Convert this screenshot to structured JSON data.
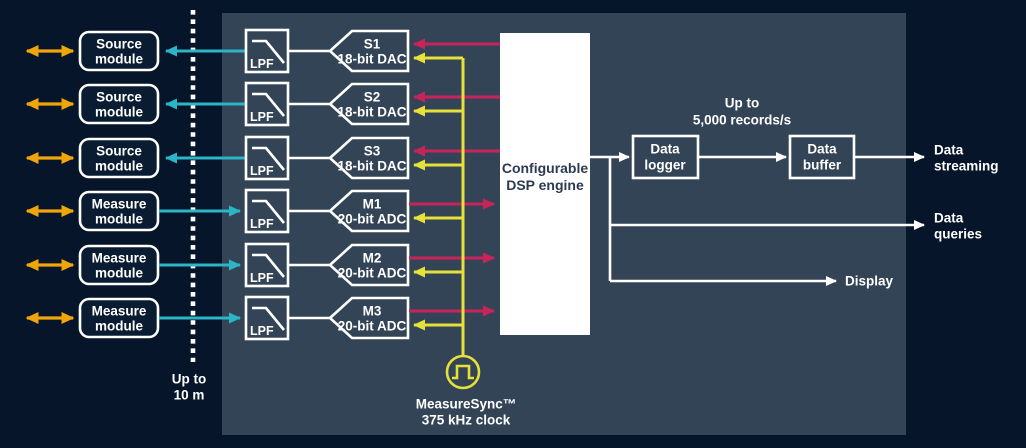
{
  "colors": {
    "background": "#06152a",
    "panel": "#344457",
    "line_white": "#ffffff",
    "module_link_teal": "#2bb5c6",
    "io_arrow_amber": "#f0a50a",
    "signal_red": "#c9245a",
    "clock_yellow": "#e6e138",
    "dsp_text_navy": "#2c3b52"
  },
  "left": {
    "modules": [
      {
        "line1": "Source",
        "line2": "module"
      },
      {
        "line1": "Source",
        "line2": "module"
      },
      {
        "line1": "Source",
        "line2": "module"
      },
      {
        "line1": "Measure",
        "line2": "module"
      },
      {
        "line1": "Measure",
        "line2": "module"
      },
      {
        "line1": "Measure",
        "line2": "module"
      }
    ],
    "distance_label": {
      "line1": "Up to",
      "line2": "10 m"
    }
  },
  "panel": {
    "lpf_label": "LPF",
    "converters": [
      {
        "id": "S1",
        "type": "18-bit DAC"
      },
      {
        "id": "S2",
        "type": "18-bit DAC"
      },
      {
        "id": "S3",
        "type": "18-bit DAC"
      },
      {
        "id": "M1",
        "type": "20-bit ADC"
      },
      {
        "id": "M2",
        "type": "20-bit ADC"
      },
      {
        "id": "M3",
        "type": "20-bit ADC"
      }
    ],
    "dsp": {
      "line1": "Configurable",
      "line2": "DSP engine"
    },
    "clock": {
      "line1": "MeasureSync™",
      "line2": "375 kHz clock"
    },
    "rate_label": {
      "line1": "Up to",
      "line2": "5,000 records/s"
    },
    "data_logger": {
      "line1": "Data",
      "line2": "logger"
    },
    "data_buffer": {
      "line1": "Data",
      "line2": "buffer"
    },
    "display_label": "Display"
  },
  "outputs": {
    "streaming": {
      "line1": "Data",
      "line2": "streaming"
    },
    "queries": {
      "line1": "Data",
      "line2": "queries"
    }
  }
}
